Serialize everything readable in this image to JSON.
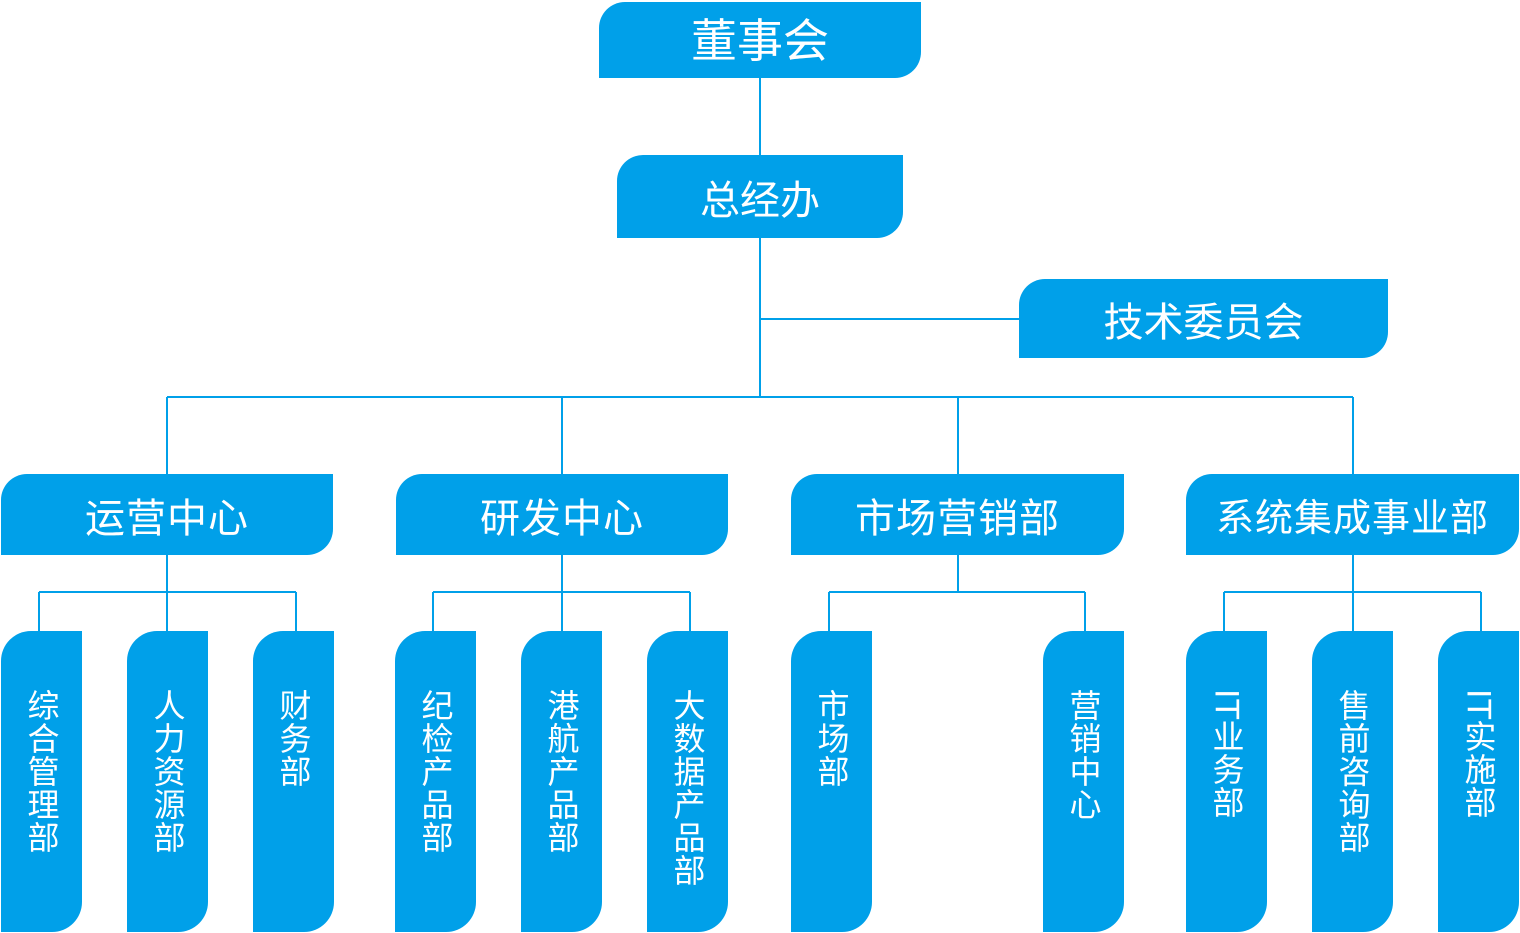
{
  "colors": {
    "node_fill": "#00A0E9",
    "line": "#00A0E9",
    "text": "#FFFFFF",
    "background": "#FFFFFF"
  },
  "chart": {
    "title": "组织架构图",
    "root": "董事会",
    "general_office": "总经办",
    "committee": "技术委员会",
    "divisions": [
      {
        "name": "运营中心",
        "departments": [
          "综合管理部",
          "人力资源部",
          "财务部"
        ]
      },
      {
        "name": "研发中心",
        "departments": [
          "纪检产品部",
          "港航产品部",
          "大数据产品部"
        ]
      },
      {
        "name": "市场营销部",
        "departments": [
          "市场部",
          "营销中心"
        ]
      },
      {
        "name": "系统集成事业部",
        "departments": [
          "IT业务部",
          "售前咨询部",
          "IT实施部"
        ]
      }
    ]
  }
}
